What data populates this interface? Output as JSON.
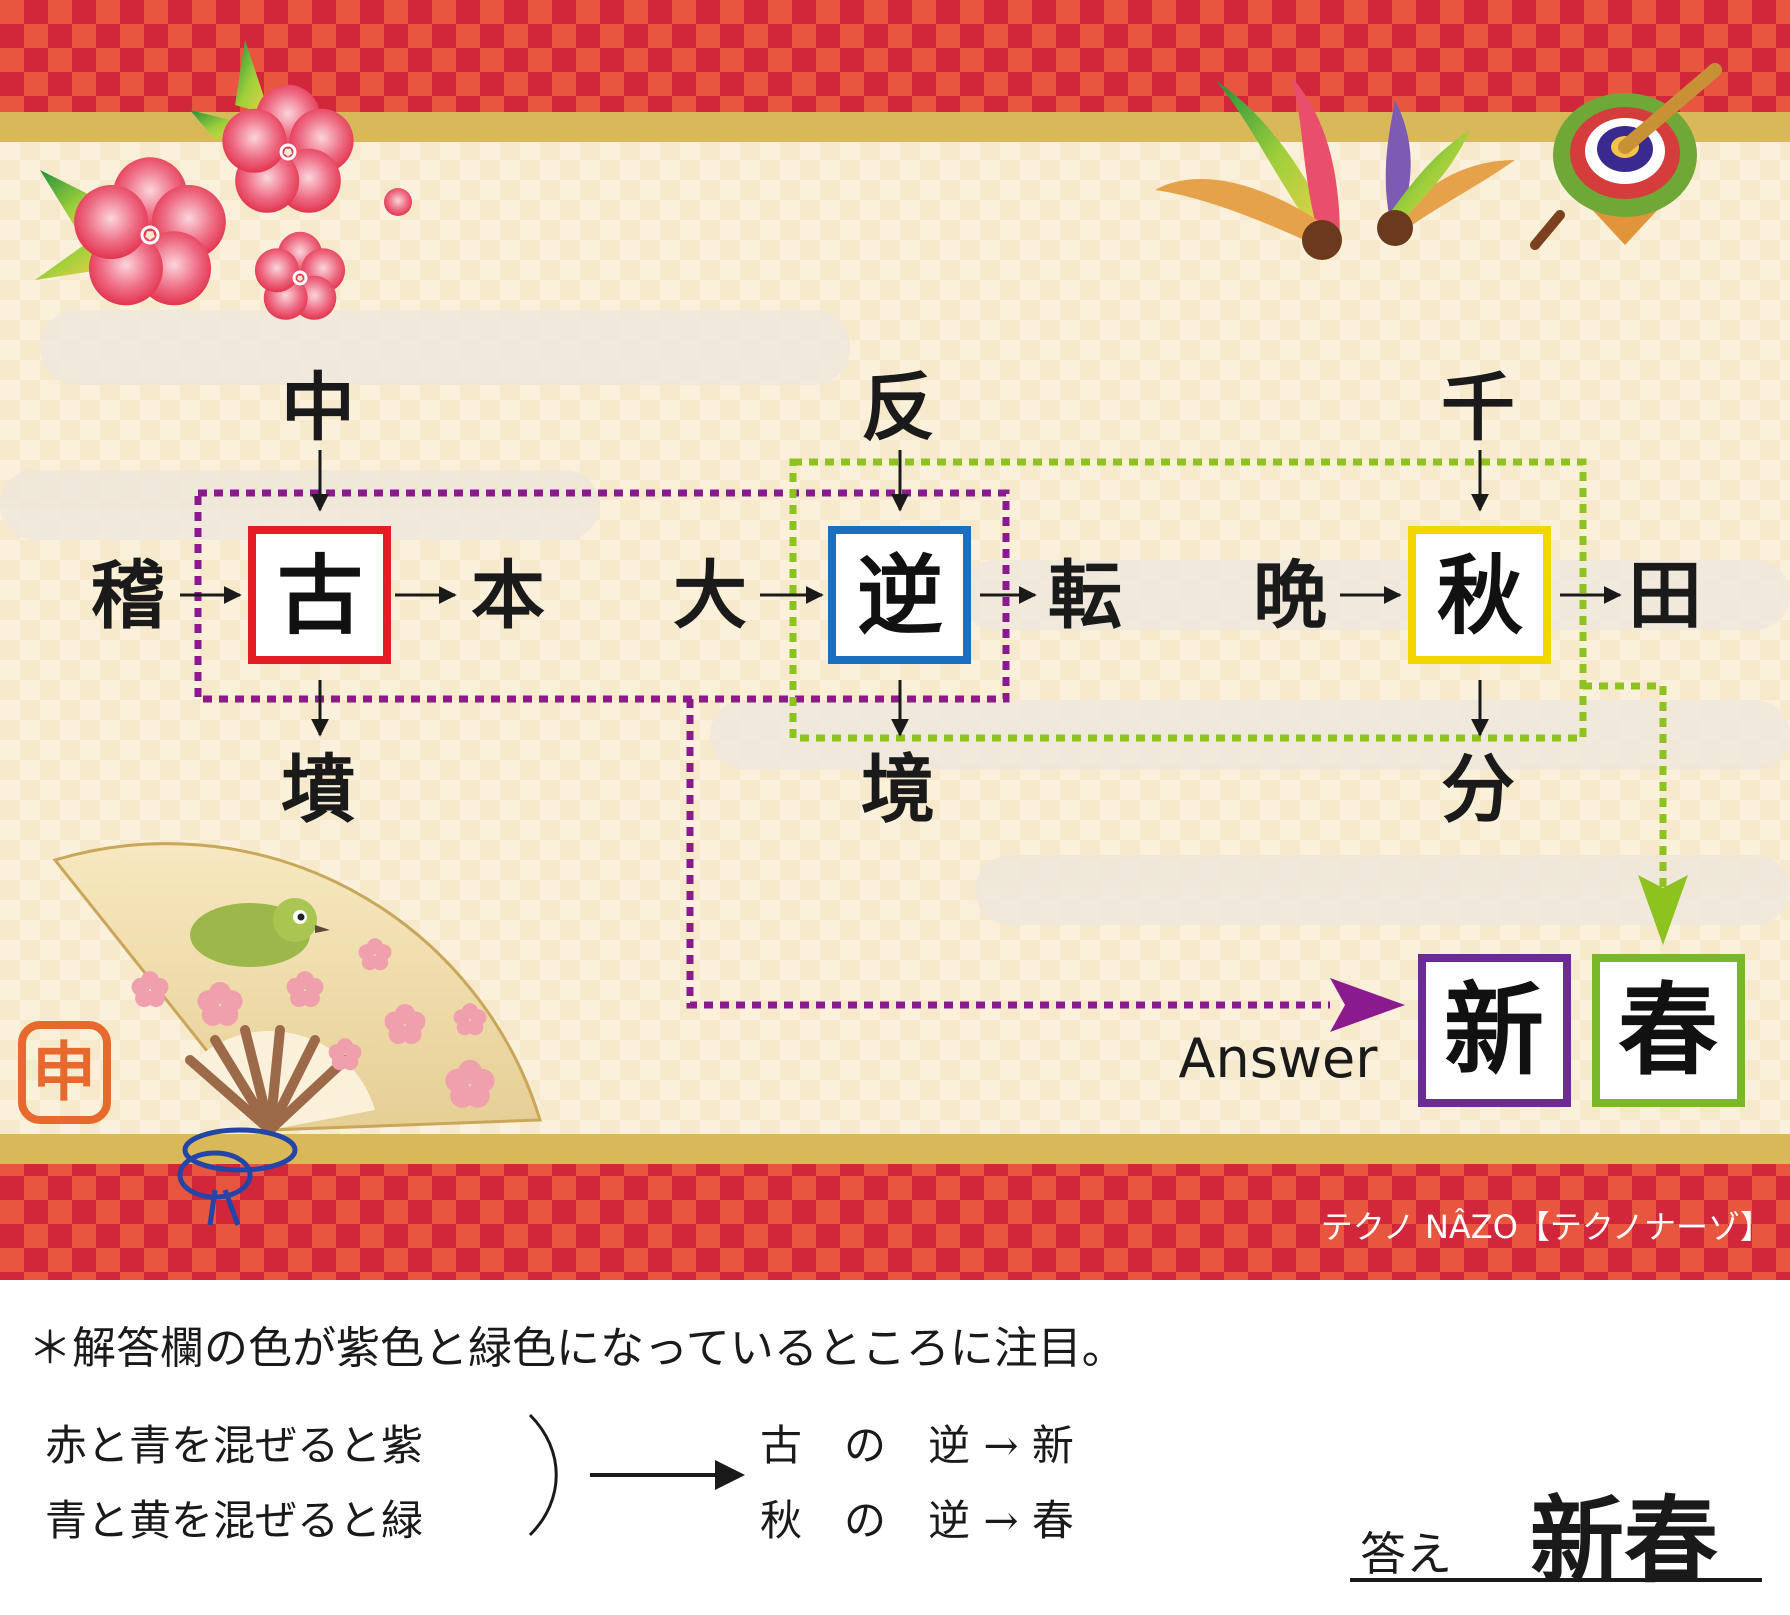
{
  "puzzle": {
    "grid1": {
      "center": "古",
      "top": "中",
      "left": "稽",
      "right": "本",
      "bottom": "墳",
      "box_color": "#e41c24"
    },
    "grid2": {
      "center": "逆",
      "top": "反",
      "left": "大",
      "right": "転",
      "bottom": "境",
      "box_color": "#1a6fbf"
    },
    "grid3": {
      "center": "秋",
      "top": "千",
      "left": "晩",
      "right": "田",
      "bottom": "分",
      "box_color": "#f2d600"
    },
    "answer_label": "Answer",
    "answer1": {
      "char": "新",
      "box_color": "#6b2c91"
    },
    "answer2": {
      "char": "春",
      "box_color": "#78b829"
    },
    "purple_line_color": "#8b1a8e",
    "green_line_color": "#8dc21f"
  },
  "brand": "テクノ NÂZO【テクノナーゾ】",
  "stamp_char": "申",
  "explanation": {
    "note": "＊解答欄の色が紫色と緑色になっているところに注目。",
    "mix1": "赤と青を混ぜると紫",
    "mix2": "青と黄を混ぜると緑",
    "result1": "古　の　逆 → 新",
    "result2": "秋　の　逆 → 春",
    "answer_label": "答え",
    "answer": "新春"
  }
}
